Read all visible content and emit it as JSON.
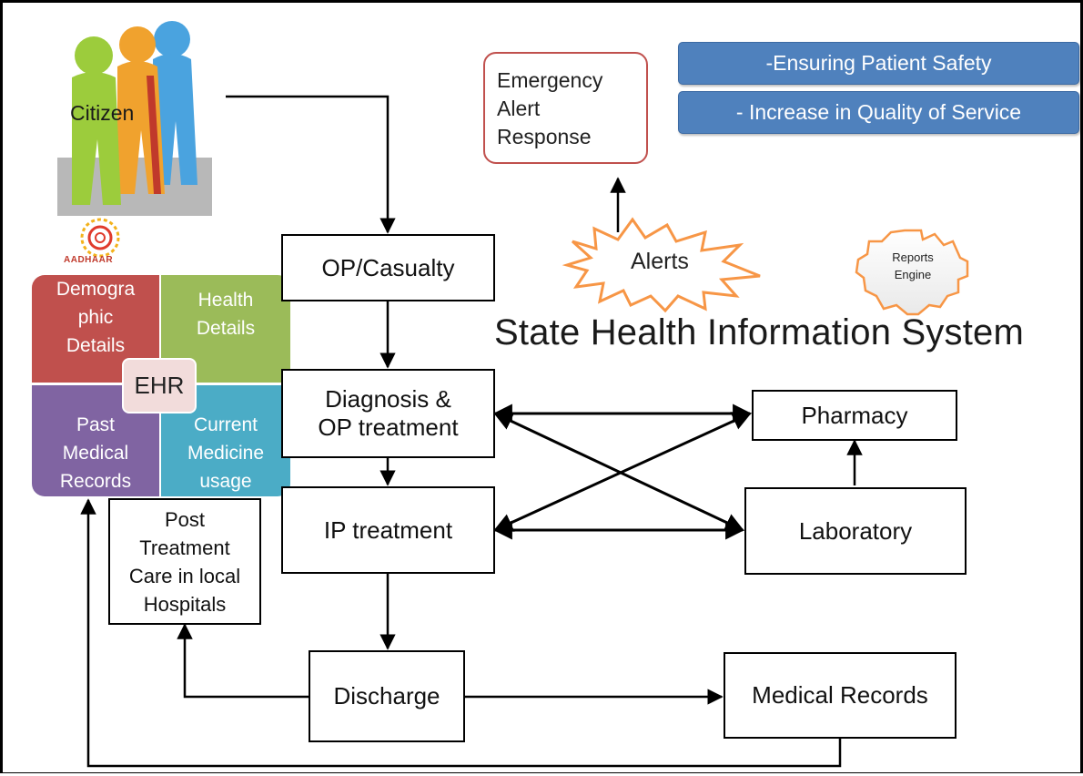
{
  "diagram": {
    "title": "State Health Information System",
    "citizen": {
      "label": "Citizen"
    },
    "aadhaar": {
      "label": "AADHAAR"
    },
    "ehr": {
      "label": "EHR",
      "quadrants": {
        "demographic": "Demogra\nphic\nDetails",
        "health": "Health\nDetails",
        "past_medical": "Past\nMedical\nRecords",
        "current_medicine": "Current\nMedicine\nusage"
      },
      "colors": {
        "demographic": "#c0504d",
        "health": "#9bbb59",
        "past_medical": "#8064a2",
        "current_medicine": "#4bacc6"
      }
    },
    "nodes": {
      "op_casualty": "OP/Casualty",
      "diagnosis": "Diagnosis &\nOP treatment",
      "ip_treatment": "IP treatment",
      "discharge": "Discharge",
      "medical_records": "Medical Records",
      "pharmacy": "Pharmacy",
      "laboratory": "Laboratory",
      "post_treatment": "Post\nTreatment\nCare in local\nHospitals"
    },
    "emergency": {
      "label": "Emergency\nAlert\nResponse",
      "border_color": "#c0504d"
    },
    "alerts": {
      "label": "Alerts",
      "color": "#f79646"
    },
    "reports_engine": {
      "label": "Reports\nEngine",
      "color": "#f79646"
    },
    "banners": {
      "safety": "-Ensuring Patient Safety",
      "quality": "- Increase  in Quality of Service",
      "color": "#4f81bd"
    }
  }
}
